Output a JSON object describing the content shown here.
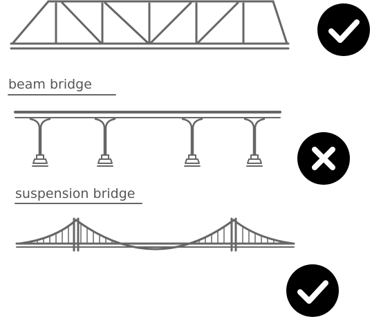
{
  "labels": {
    "beam": "beam bridge",
    "suspension": "suspension bridge"
  },
  "marks": [
    {
      "name": "truss-bridge-mark",
      "icon": "check-icon"
    },
    {
      "name": "beam-bridge-mark",
      "icon": "cross-icon"
    },
    {
      "name": "suspension-bridge-mark",
      "icon": "check-icon"
    }
  ],
  "colors": {
    "line": "#666666",
    "badge": "#000000",
    "glyph": "#ffffff"
  }
}
